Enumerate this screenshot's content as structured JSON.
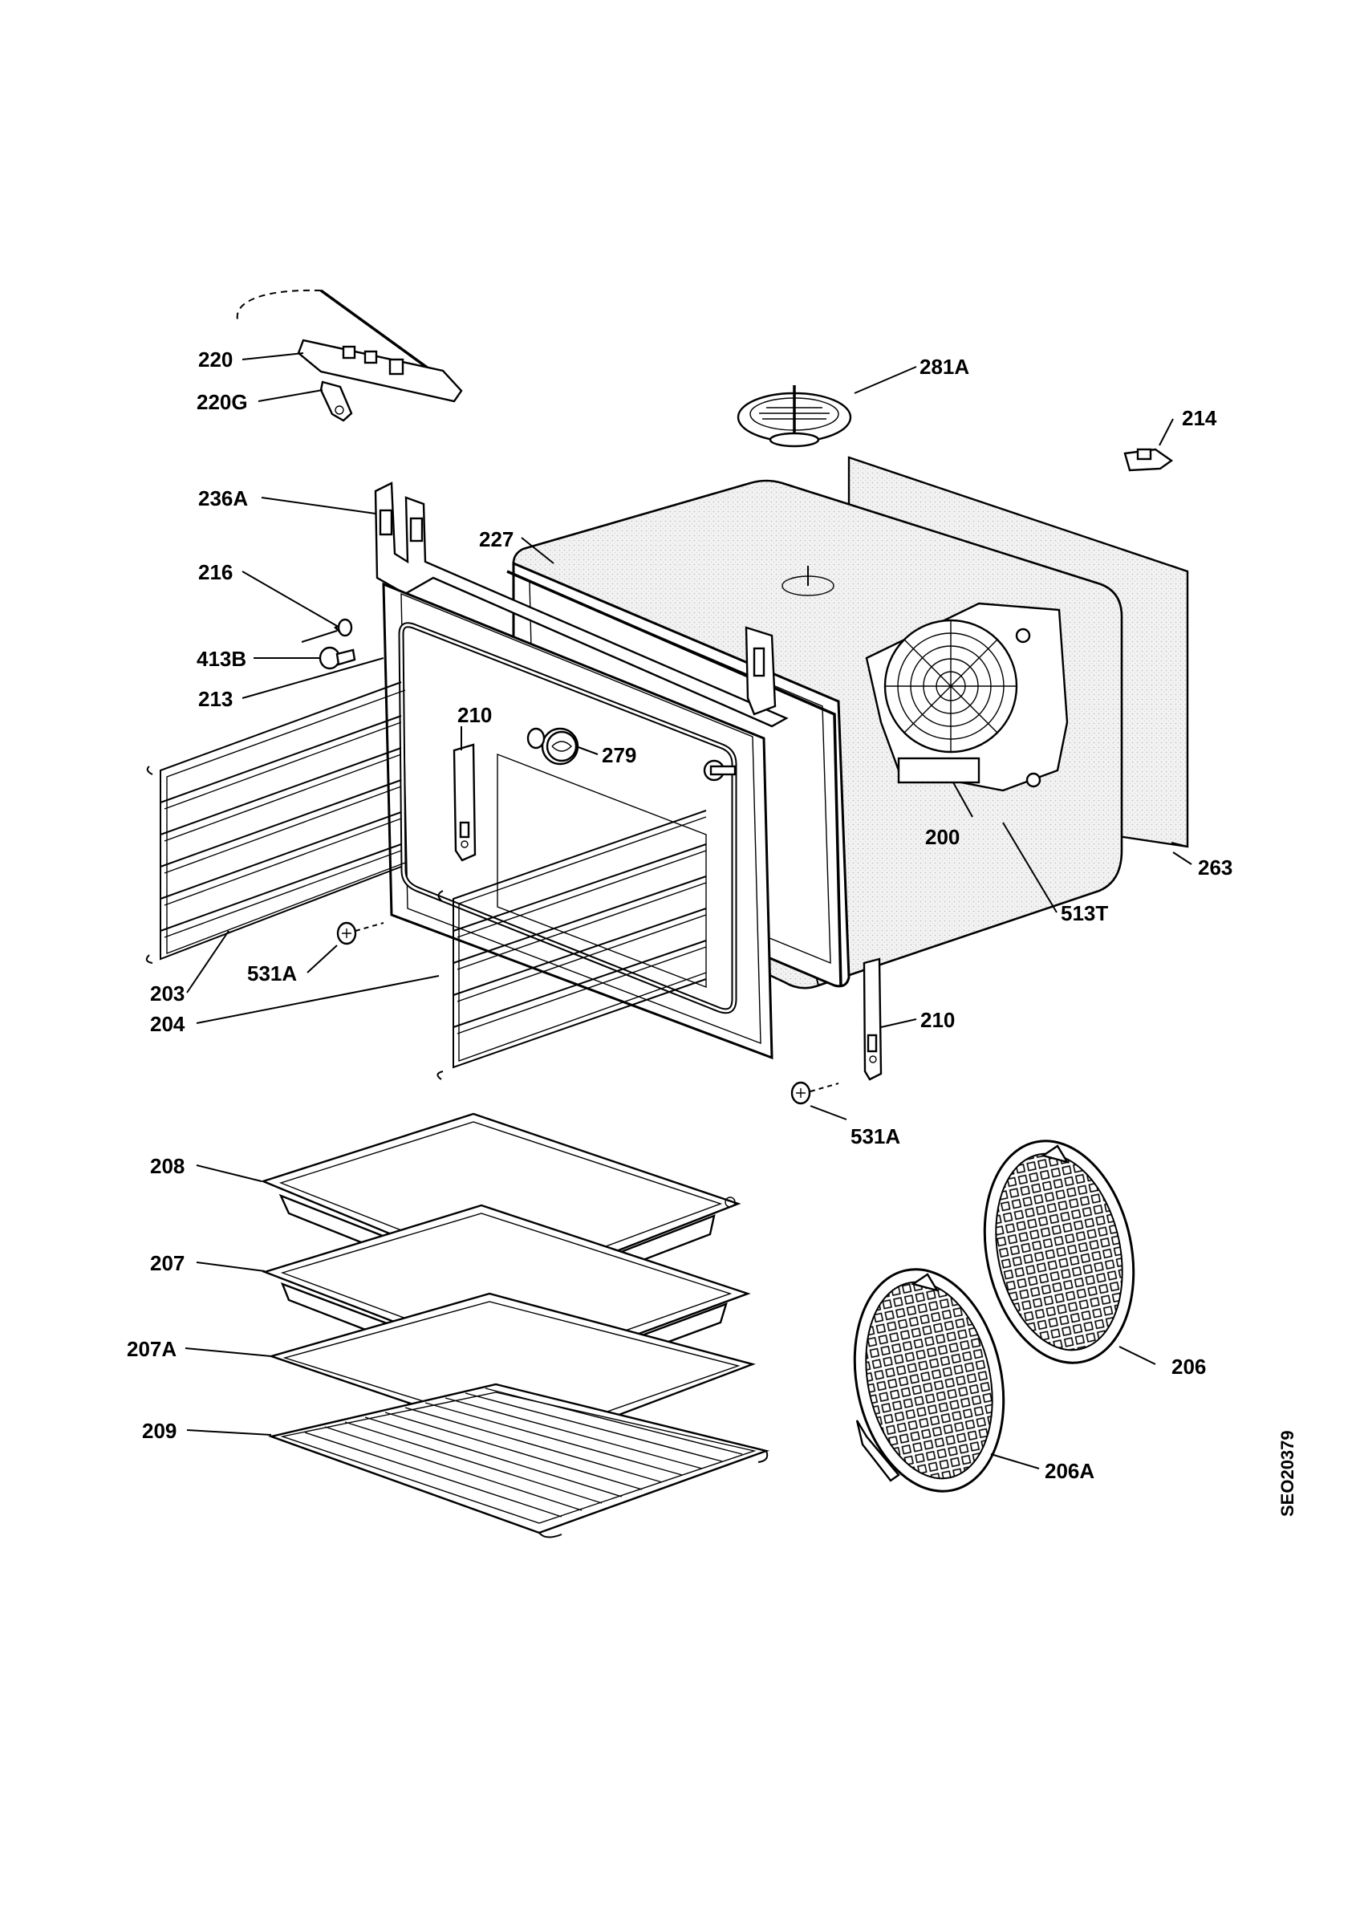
{
  "callouts": {
    "c220": "220",
    "c220G": "220G",
    "c236A": "236A",
    "c216": "216",
    "c413B": "413B",
    "c213": "213",
    "c227": "227",
    "c210a": "210",
    "c279": "279",
    "c281A": "281A",
    "c214": "214",
    "c200": "200",
    "c263": "263",
    "c513T": "513T",
    "c531Aa": "531A",
    "c203": "203",
    "c204": "204",
    "c210b": "210",
    "c531Ab": "531A",
    "c208": "208",
    "c207": "207",
    "c207A": "207A",
    "c209": "209",
    "c206": "206",
    "c206A": "206A"
  },
  "drawing_code": "SEO20379"
}
